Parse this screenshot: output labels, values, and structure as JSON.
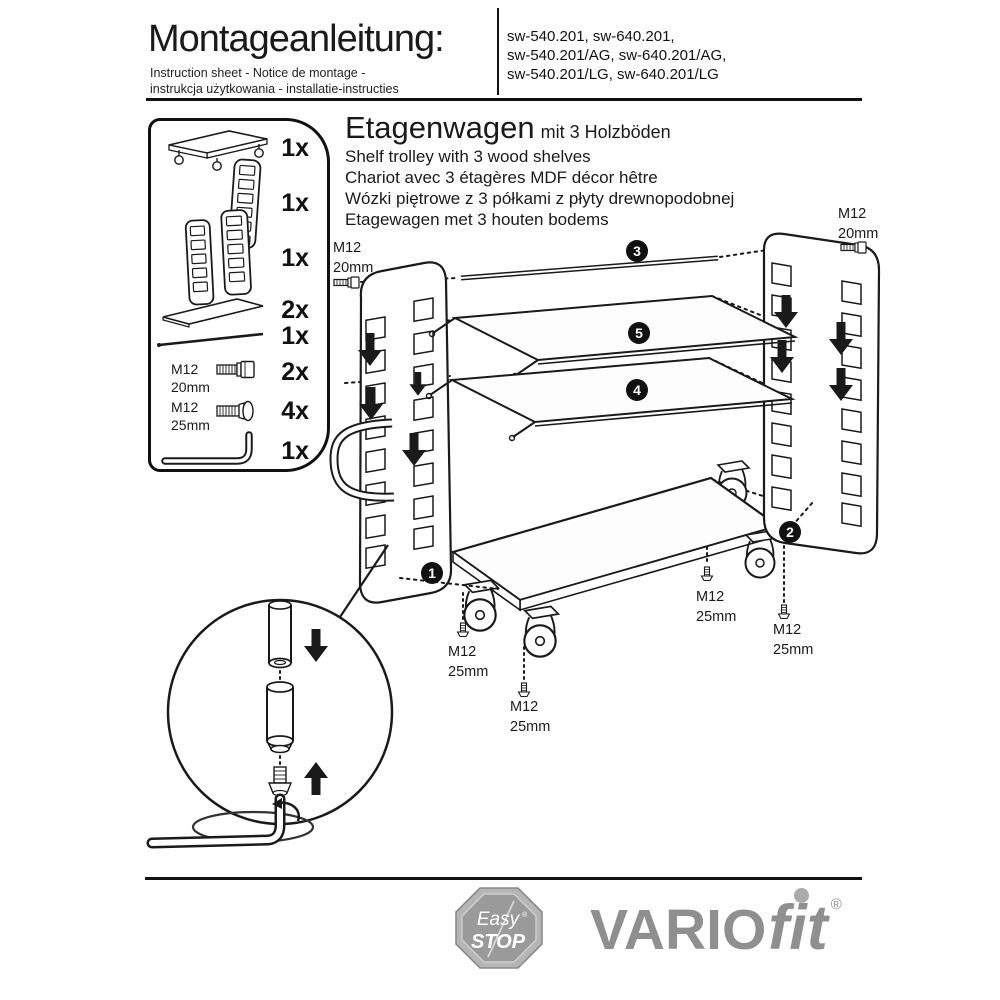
{
  "header": {
    "title": "Montageanleitung:",
    "subtitle_line1": "Instruction sheet - Notice de montage  -",
    "subtitle_line2": "instrukcja użytkowania - installatie-instructies",
    "codes": [
      "sw-540.201, sw-640.201,",
      "sw-540.201/AG, sw-640.201/AG,",
      "sw-540.201/LG, sw-640.201/LG"
    ]
  },
  "product": {
    "title_main": "Etagenwagen",
    "title_suffix": "mit 3 Holzböden",
    "subtitle_en": "Shelf trolley with 3 wood shelves",
    "subtitle_fr": "Chariot avec 3 étagères MDF décor hêtre",
    "subtitle_pl": "Wózki piętrowe z 3 półkami z płyty drewnopodobnej",
    "subtitle_nl": "Etagewagen met 3 houten bodems"
  },
  "parts_list": {
    "items": [
      {
        "name": "base-platform",
        "qty": "1x"
      },
      {
        "name": "side-frame-small",
        "qty": "1x"
      },
      {
        "name": "side-frame-large",
        "qty": "1x"
      },
      {
        "name": "shelf-board",
        "qty": "2x"
      },
      {
        "name": "rod",
        "qty": "1x"
      },
      {
        "name": "hex-bolt",
        "label_line1": "M12",
        "label_line2": "20mm",
        "qty": "2x"
      },
      {
        "name": "countersunk-bolt",
        "label_line1": "M12",
        "label_line2": "25mm",
        "qty": "4x"
      },
      {
        "name": "allen-key",
        "qty": "1x"
      }
    ]
  },
  "diagram": {
    "callouts": [
      "1",
      "2",
      "3",
      "4",
      "5"
    ],
    "bolt_m12": "M12",
    "bolt_len_20": "20mm",
    "bolt_len_25": "25mm"
  },
  "footer": {
    "easy": "Easy",
    "stop": "STOP",
    "registered": "®",
    "brand_vario": "VARIO",
    "brand_fit": "fit"
  },
  "colors": {
    "ink": "#1a1a1a",
    "brand_gray": "#8f8f8f",
    "badge_gray": "#9a9a9a"
  }
}
